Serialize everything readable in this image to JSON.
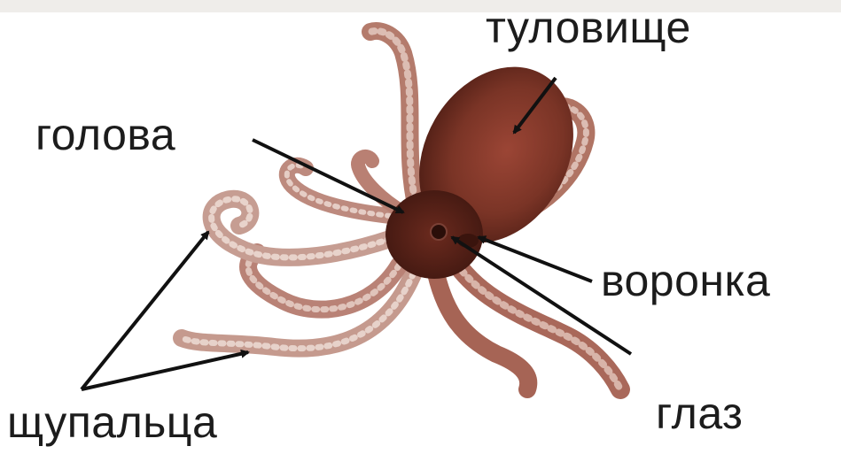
{
  "diagram": {
    "subject": "octopus",
    "labels": {
      "body": "туловище",
      "head": "голова",
      "funnel": "воронка",
      "eye": "глаз",
      "tentacles": "щупальца"
    }
  },
  "colors": {
    "background": "#ffffff",
    "top_band": "#efedea",
    "body_dark": "#5a2318",
    "body_mid": "#8c3e2f",
    "arm_light": "#d6b0a6",
    "arm_dark": "#9a5a4c",
    "arrow": "#111111",
    "text": "#1c1c1c"
  }
}
